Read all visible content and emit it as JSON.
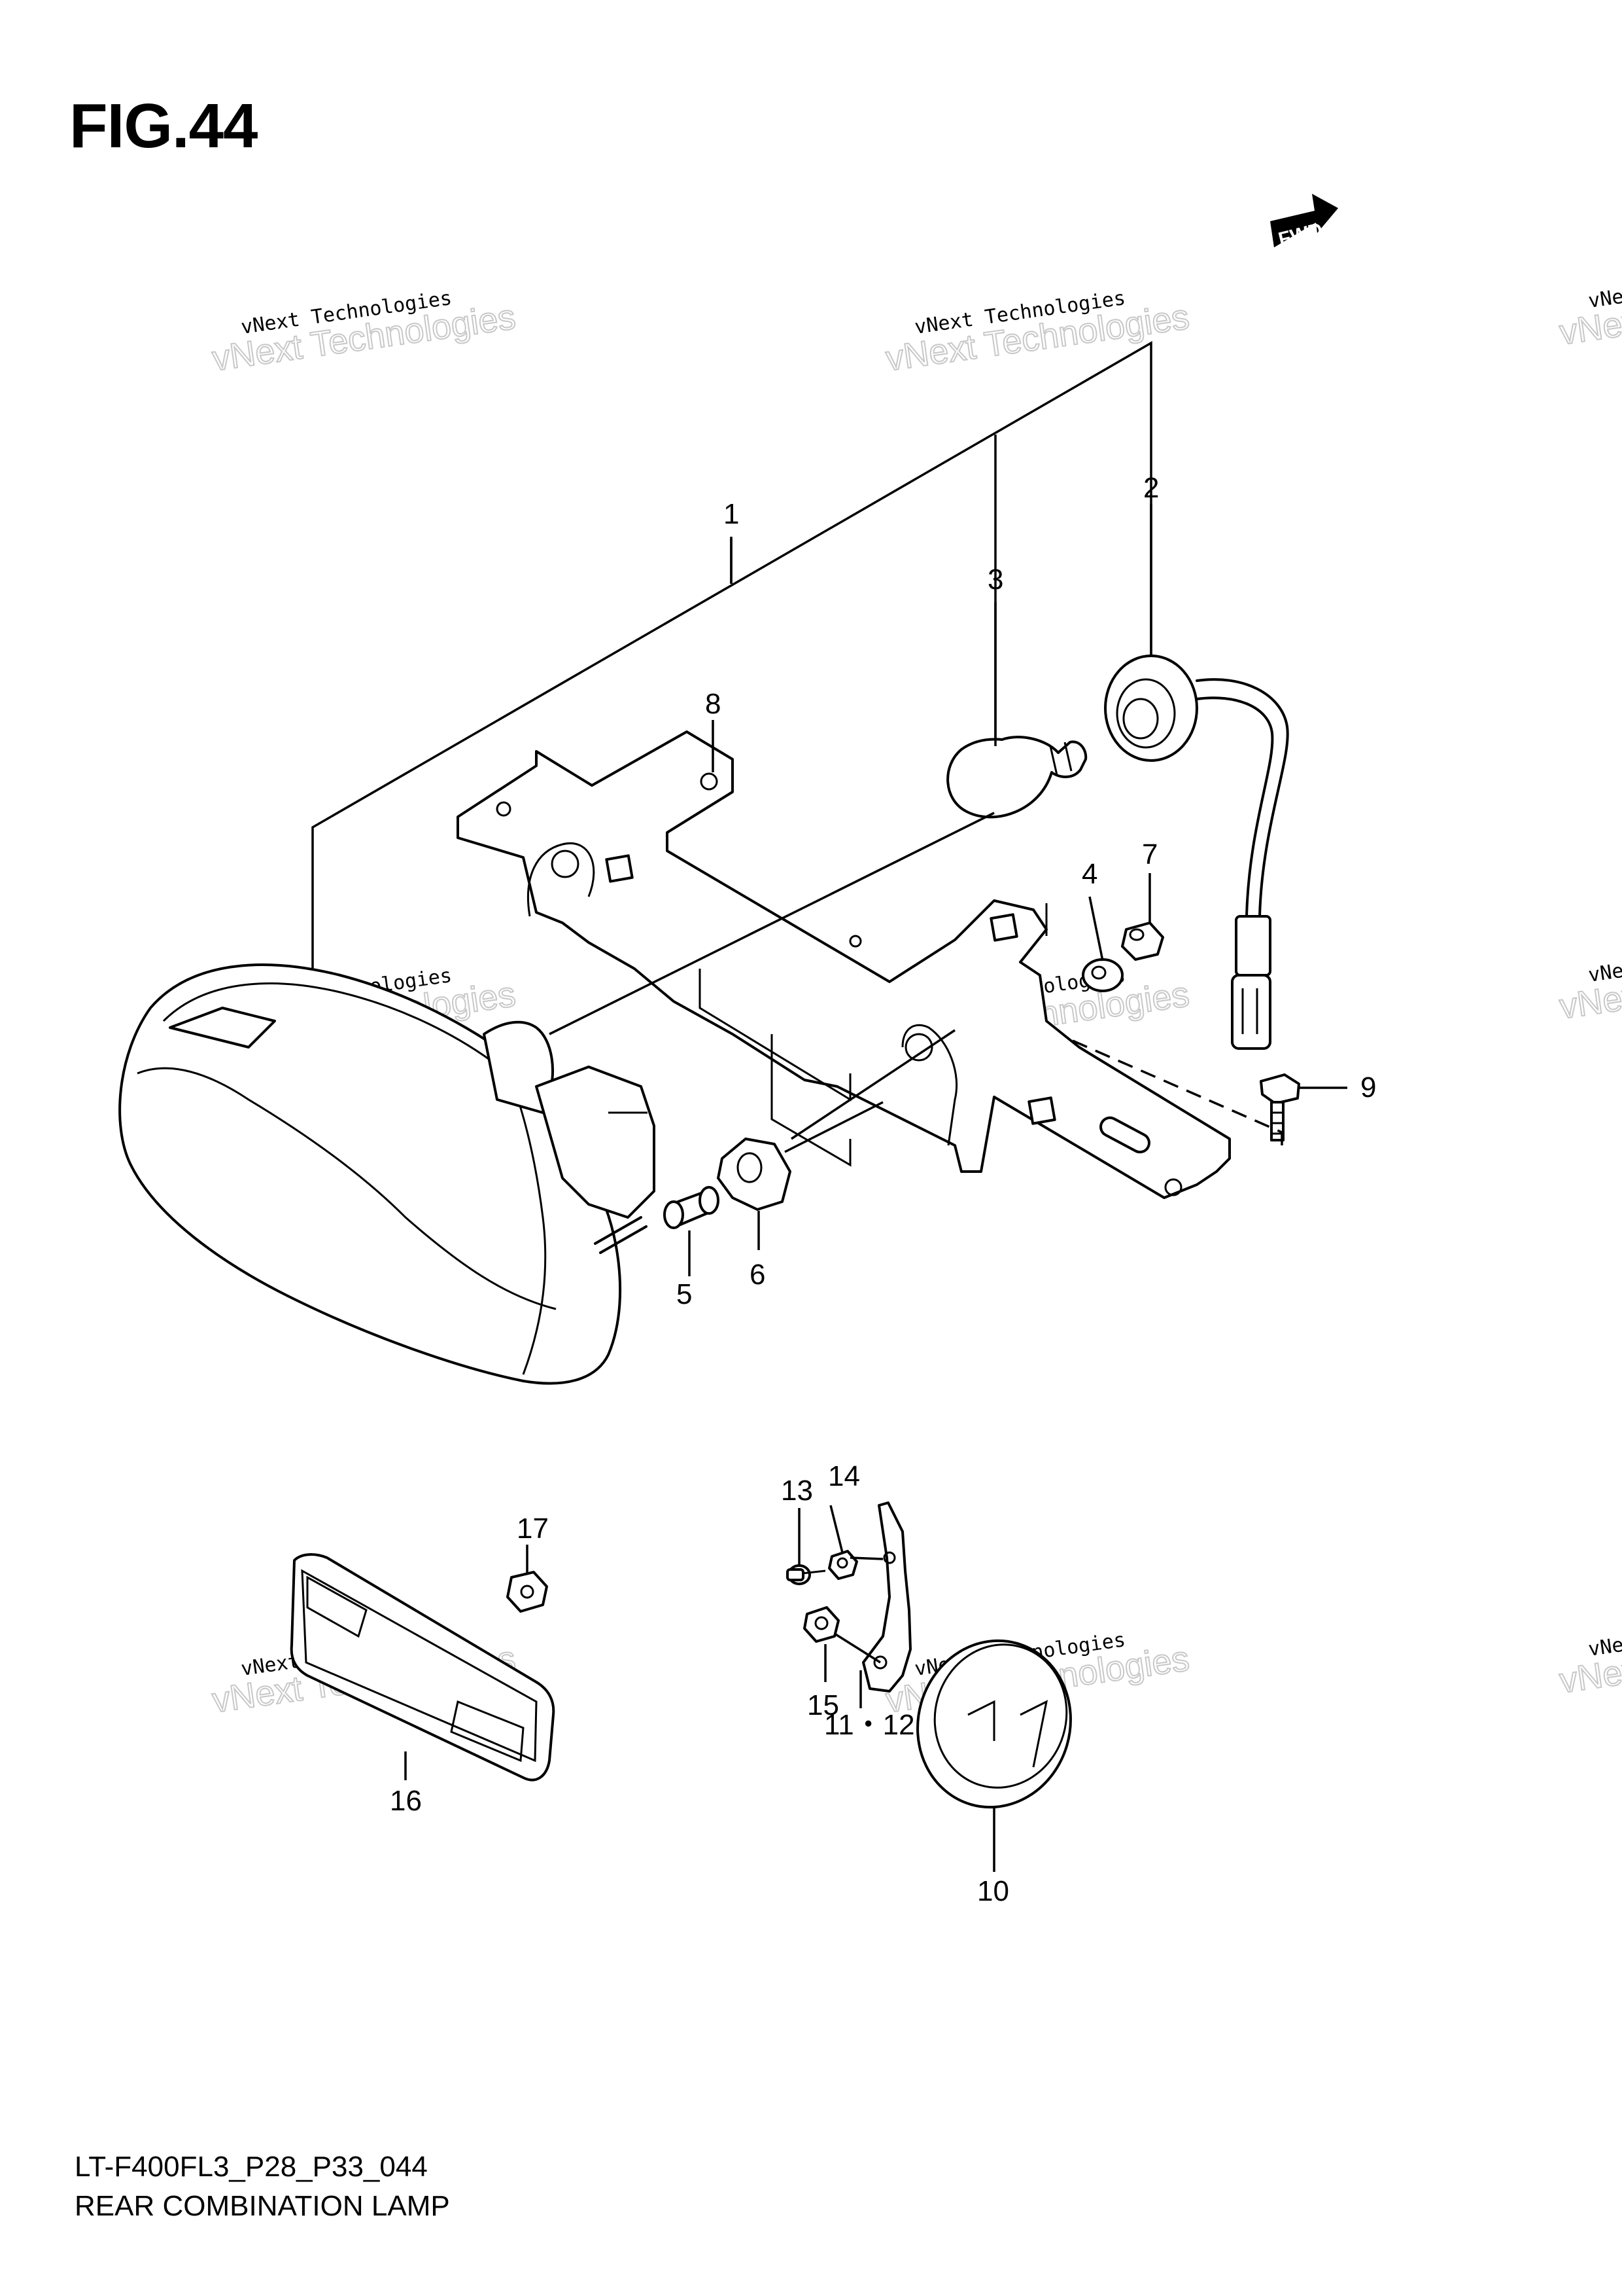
{
  "figure": {
    "title": "FIG.44"
  },
  "footer": {
    "code": "LT-F400FL3_P28_P33_044",
    "name": "REAR COMBINATION LAMP"
  },
  "direction_marker": {
    "label": "FWD"
  },
  "watermark": {
    "line1": "vNext Technologies",
    "line2": "vNext Technologies"
  },
  "callouts": {
    "c1": "1",
    "c2": "2",
    "c3": "3",
    "c4": "4",
    "c5": "5",
    "c6": "6",
    "c7": "7",
    "c8": "8",
    "c9": "9",
    "c10": "10",
    "c11_12": "11・12",
    "c13": "13",
    "c14": "14",
    "c15": "15",
    "c16": "16",
    "c17": "17"
  },
  "colors": {
    "line": "#000000",
    "watermark": "#c8c8c8",
    "background": "#ffffff"
  }
}
